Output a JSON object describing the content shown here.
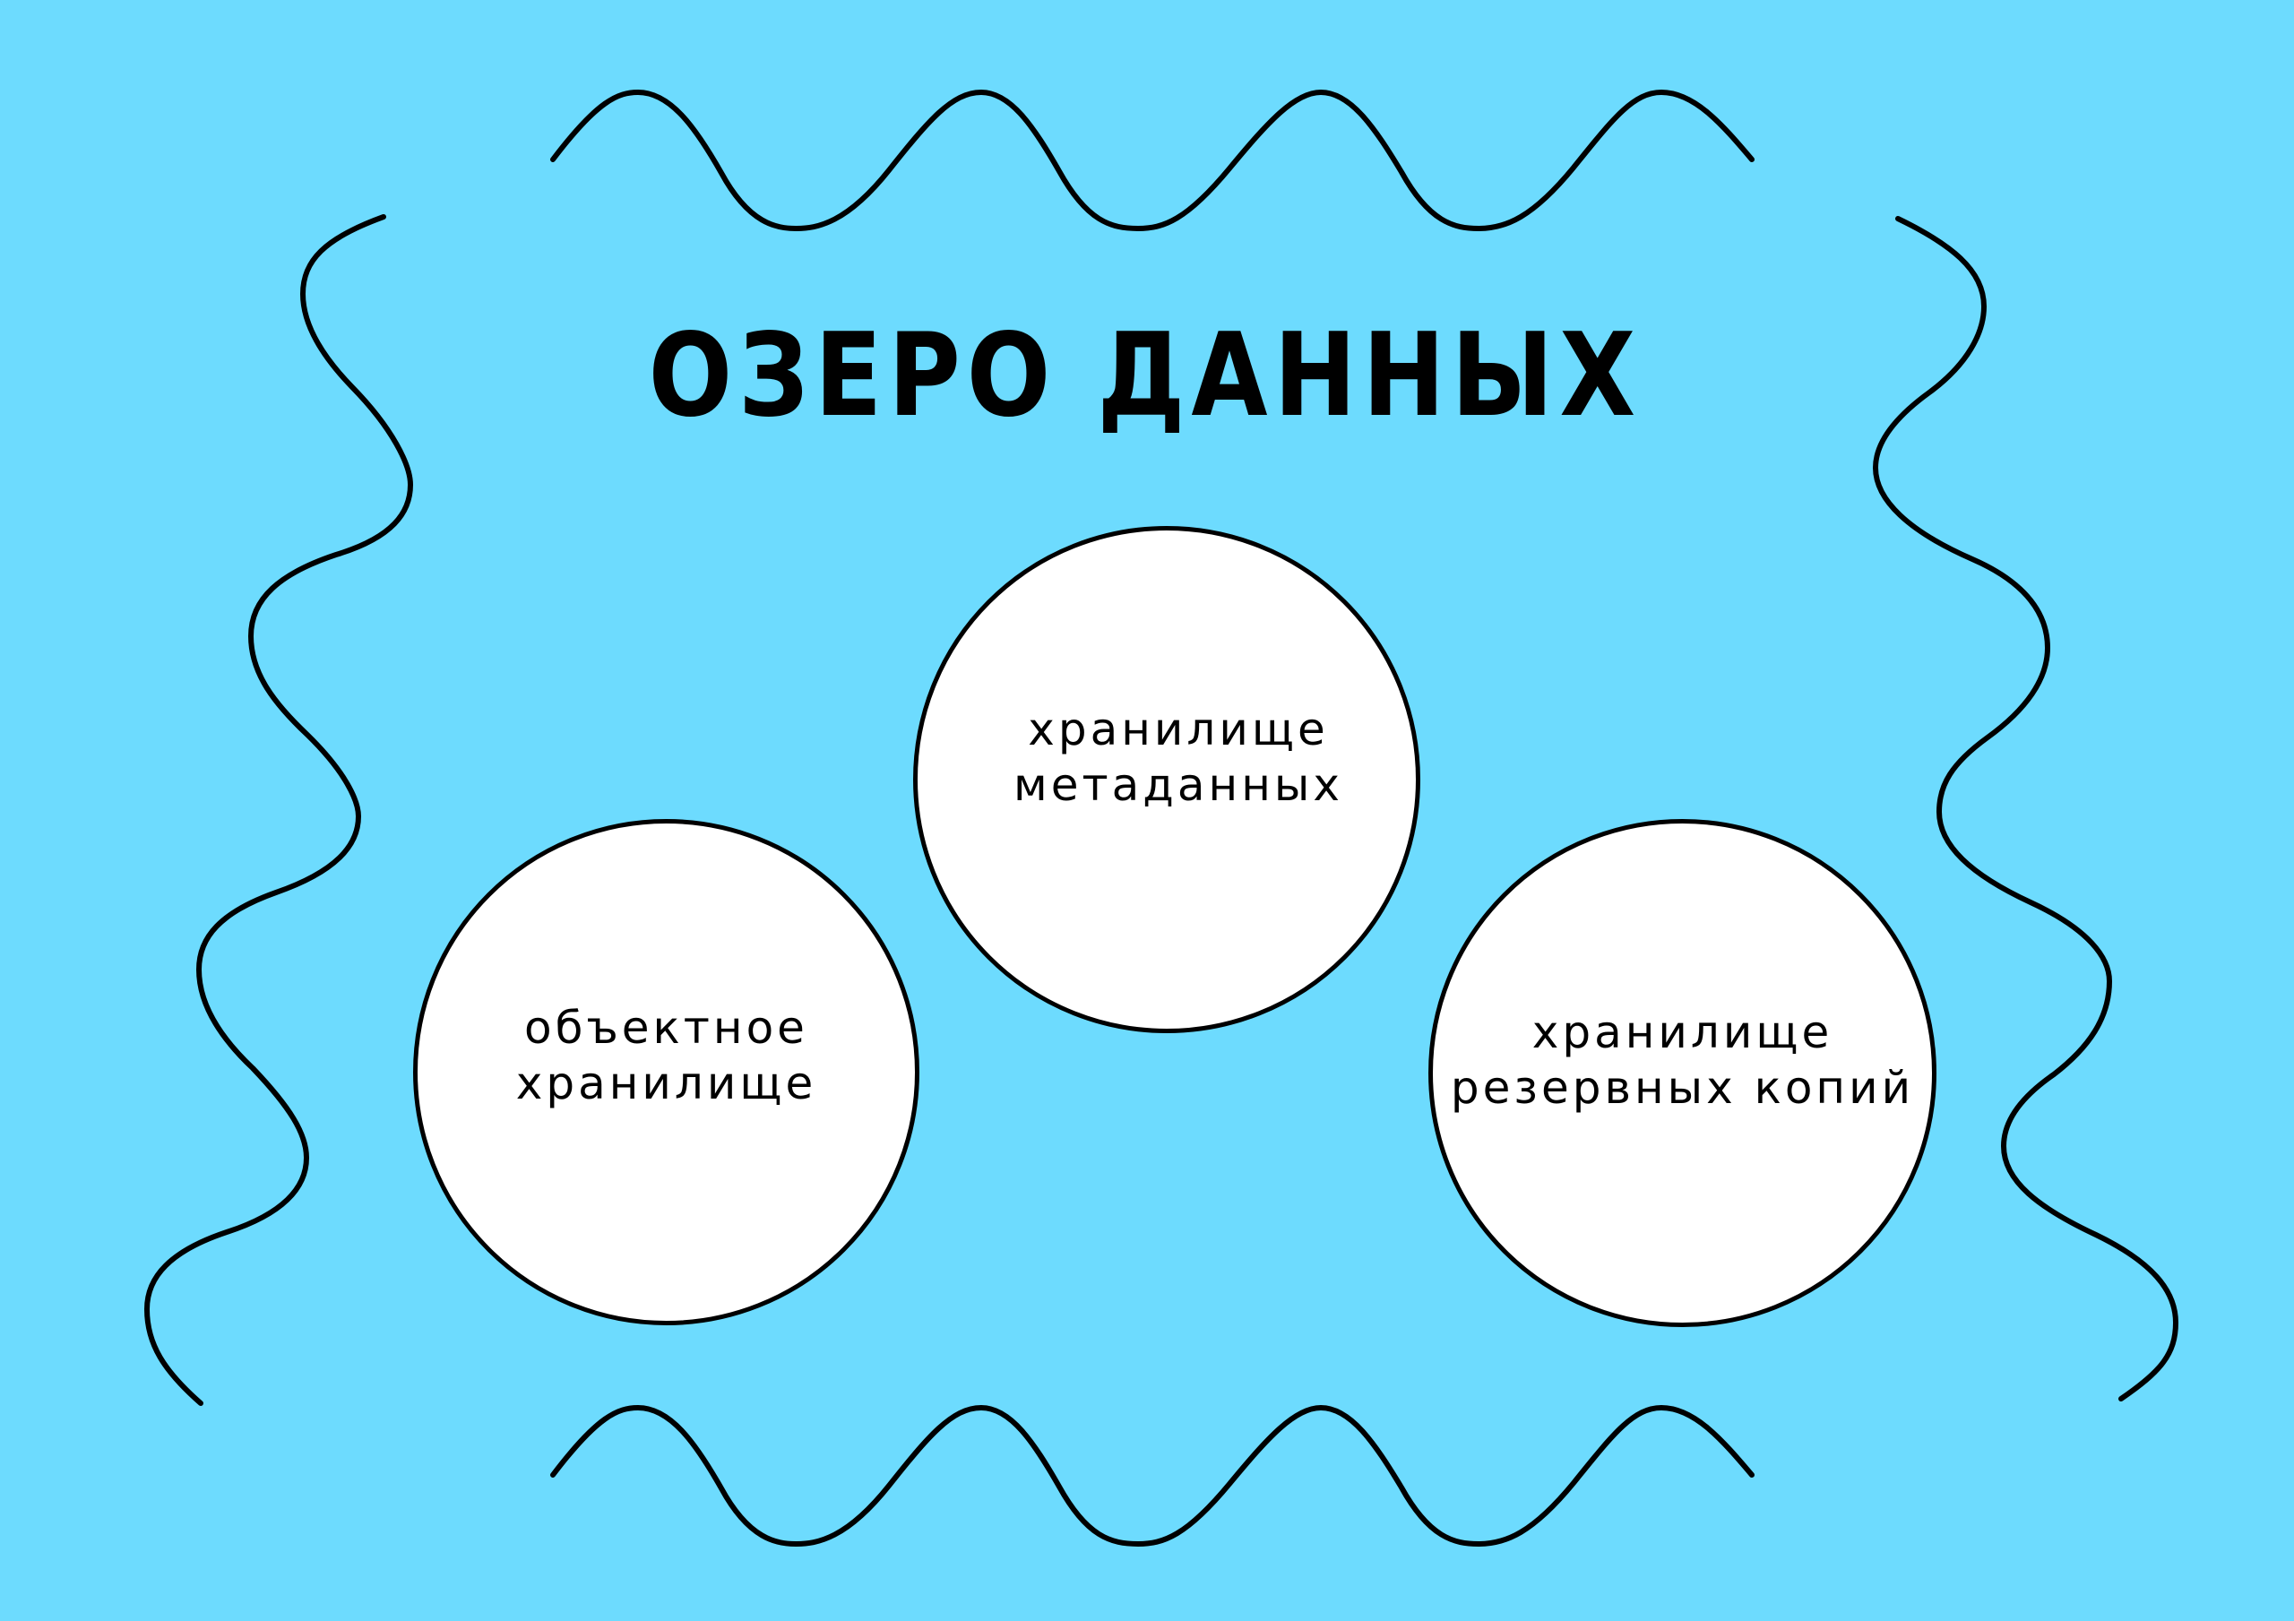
{
  "diagram": {
    "title": "ОЗЕРО ДАННЫХ",
    "colors": {
      "background": "#6ddbfe",
      "circle_fill": "#ffffff",
      "stroke": "#000000"
    },
    "nodes": [
      {
        "id": "metadata-storage",
        "lines": [
          "хранилище",
          "метаданных"
        ]
      },
      {
        "id": "object-storage",
        "lines": [
          "объектное",
          "хранилище"
        ]
      },
      {
        "id": "backup-storage",
        "lines": [
          "хранилище",
          "резервных копий"
        ]
      }
    ]
  }
}
